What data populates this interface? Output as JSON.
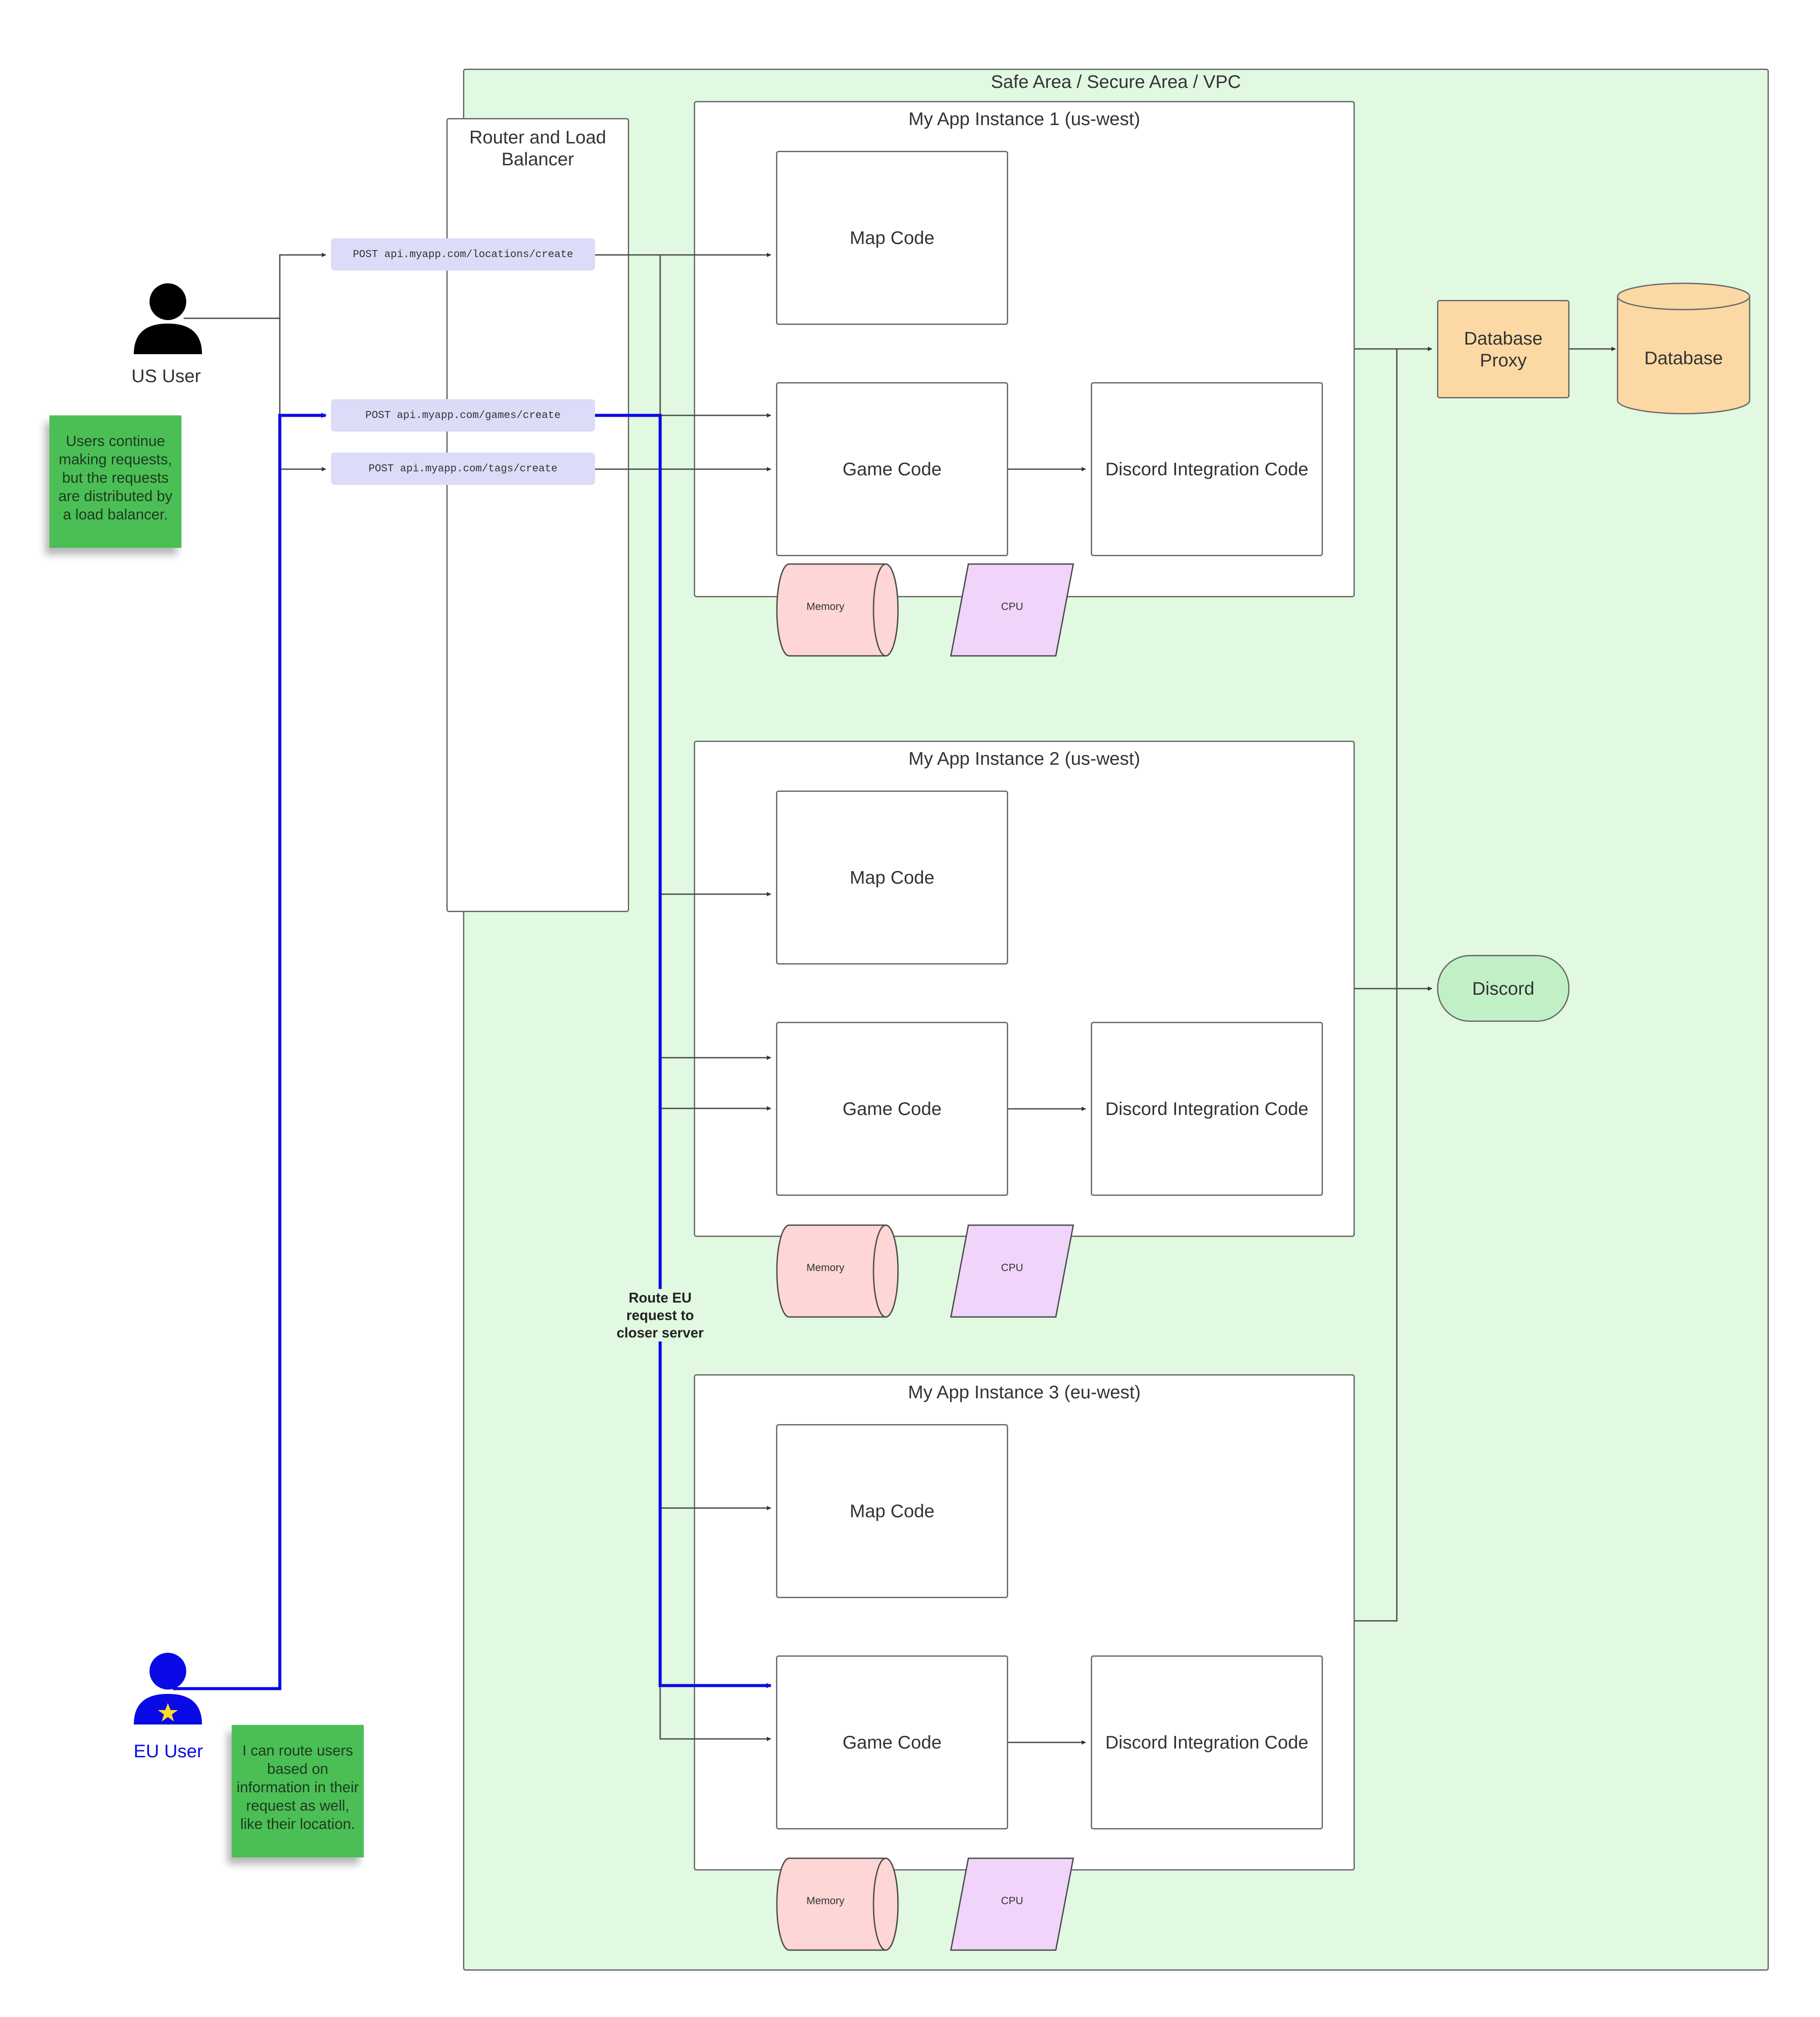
{
  "vpc": {
    "title": "Safe Area / Secure Area / VPC"
  },
  "router": {
    "title": "Router and Load Balancer"
  },
  "requests": [
    "POST api.myapp.com/locations/create",
    "POST api.myapp.com/games/create",
    "POST api.myapp.com/tags/create"
  ],
  "users": {
    "us": {
      "label": "US User"
    },
    "eu": {
      "label": "EU User"
    }
  },
  "notes": {
    "us_note": "Users continue making requests, but the requests are distributed by a load balancer.",
    "eu_note": "I can route users based on information in their request as well, like their location."
  },
  "route_label": "Route EU request to closer server",
  "instances": [
    {
      "title": "My App Instance 1 (us-west)",
      "map": "Map Code",
      "game": "Game Code",
      "discord": "Discord Integration Code",
      "memory": "Memory",
      "cpu": "CPU"
    },
    {
      "title": "My App Instance 2 (us-west)",
      "map": "Map Code",
      "game": "Game Code",
      "discord": "Discord Integration Code",
      "memory": "Memory",
      "cpu": "CPU"
    },
    {
      "title": "My App Instance 3 (eu-west)",
      "map": "Map Code",
      "game": "Game Code",
      "discord": "Discord Integration Code",
      "memory": "Memory",
      "cpu": "CPU"
    }
  ],
  "database_proxy": "Database Proxy",
  "database": "Database",
  "discord": "Discord",
  "colors": {
    "vpc_fill": "#e1f8e1",
    "eu_route": "#0a0ae6",
    "note_green": "#4bbf55",
    "memory_fill": "#ffd6d6",
    "cpu_fill": "#f0d4fa",
    "db_fill": "#fcd9a4",
    "discord_fill": "#c2f0c6",
    "request_fill": "#dcdcf8"
  }
}
